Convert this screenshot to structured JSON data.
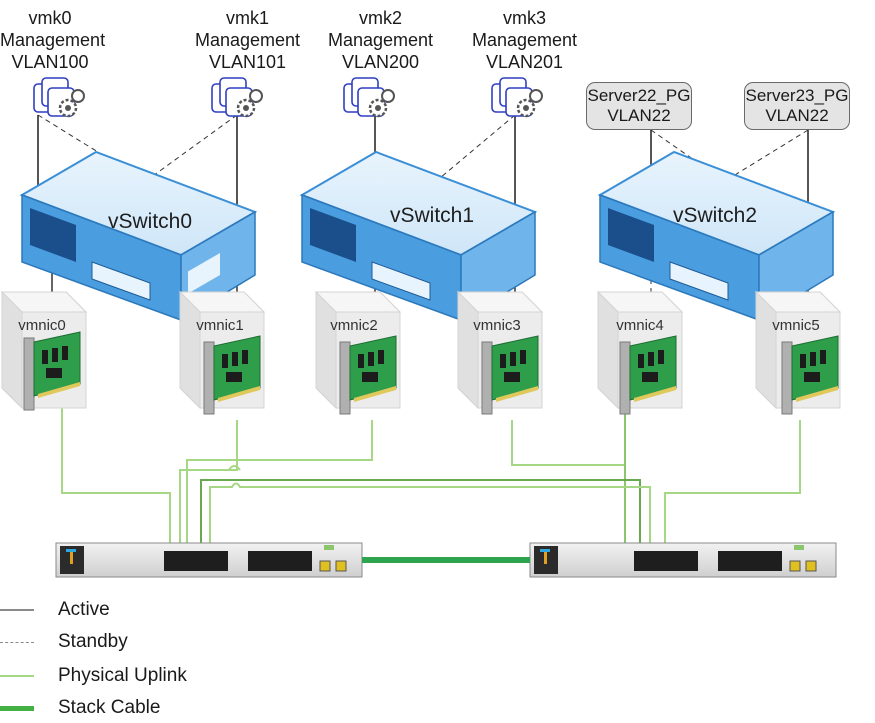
{
  "vmkernels": [
    {
      "name": "vmk0",
      "type": "Management",
      "vlan": "VLAN100"
    },
    {
      "name": "vmk1",
      "type": "Management",
      "vlan": "VLAN101"
    },
    {
      "name": "vmk2",
      "type": "Management",
      "vlan": "VLAN200"
    },
    {
      "name": "vmk3",
      "type": "Management",
      "vlan": "VLAN201"
    }
  ],
  "port_groups": [
    {
      "name": "Server22_PG",
      "vlan": "VLAN22"
    },
    {
      "name": "Server23_PG",
      "vlan": "VLAN22"
    }
  ],
  "vswitches": [
    "vSwitch0",
    "vSwitch1",
    "vSwitch2"
  ],
  "vmnics": [
    "vmnic0",
    "vmnic1",
    "vmnic2",
    "vmnic3",
    "vmnic4",
    "vmnic5"
  ],
  "legend": [
    {
      "label": "Active",
      "style": "solid",
      "color": "#8a8a8a"
    },
    {
      "label": "Standby",
      "style": "dashed",
      "color": "#8a8a8a"
    },
    {
      "label": "Physical Uplink",
      "style": "solid",
      "color": "#a6d785"
    },
    {
      "label": "Stack Cable",
      "style": "solid-thick",
      "color": "#44b043"
    }
  ],
  "colors": {
    "switch_blue": "#4a9ee0",
    "switch_light": "#dceefb",
    "uplink_green": "#a6d785",
    "stack_green": "#2ea44f",
    "nic_green": "#2a9d4a"
  }
}
